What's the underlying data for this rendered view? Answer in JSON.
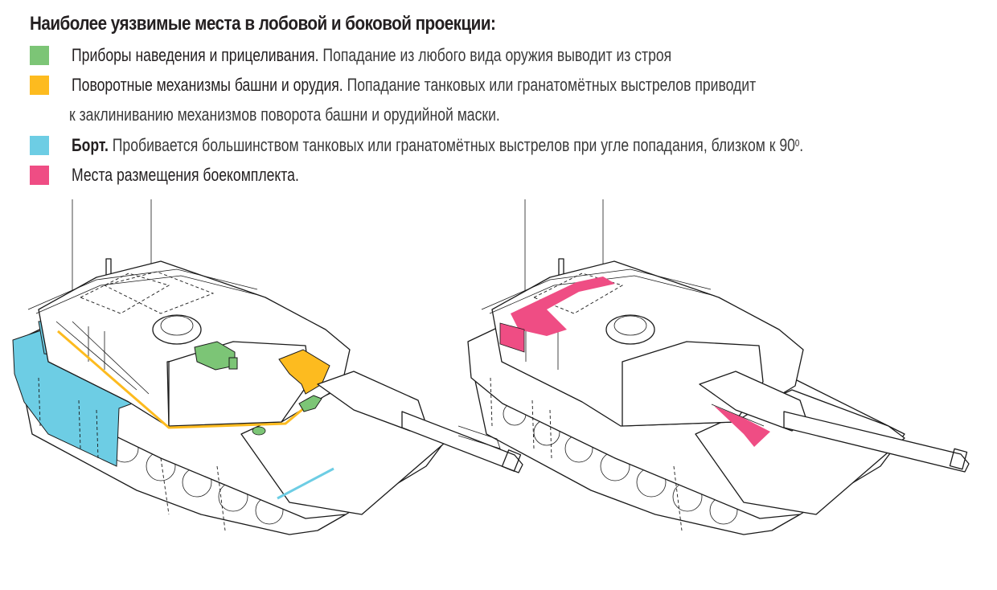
{
  "header": {
    "title": "Наиболее уязвимые места в лобовой и боковой проекции:"
  },
  "legend": {
    "items": [
      {
        "color": "#7cc576",
        "term": "Приборы наведения и прицеливания.",
        "description": " Попадание из любого вида оружия выводит из строя"
      },
      {
        "color": "#fdbb1f",
        "term": "Поворотные механизмы башни и орудия.",
        "description": " Попадание танковых или гранатомётных выстрелов приводит",
        "continuation": "к заклиниванию механизмов поворота башни и орудийной маски."
      },
      {
        "color": "#6dcde4",
        "term": "Борт.",
        "description": " Пробивается большинством танковых или гранатомётных выстрелов при угле попадания, близком к 90",
        "superscript": "0",
        "suffix": "."
      },
      {
        "color": "#ef4d84",
        "term": "Места размещения боекомплекта.",
        "description": ""
      }
    ]
  },
  "figures": {
    "left": {
      "label": "tank-frontal-side-view-sights-turret-hull",
      "zones": [
        "green",
        "orange",
        "blue"
      ]
    },
    "right": {
      "label": "tank-frontal-side-view-ammunition",
      "zones": [
        "pink"
      ]
    }
  },
  "colors": {
    "green": "#7cc576",
    "orange": "#fdbb1f",
    "blue": "#6dcde4",
    "pink": "#ef4d84",
    "ink": "#231f20"
  }
}
